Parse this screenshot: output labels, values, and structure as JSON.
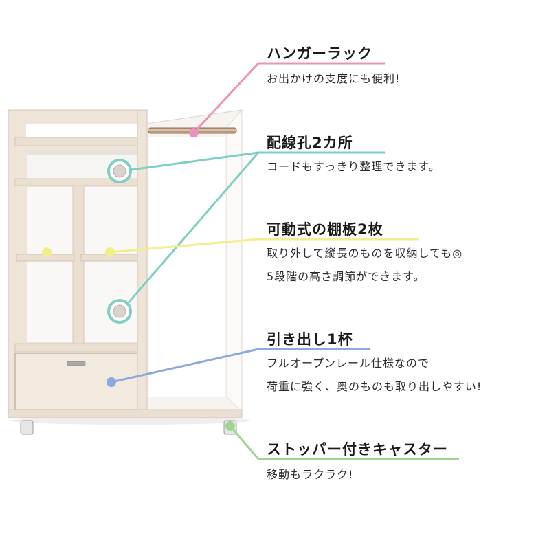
{
  "features": [
    {
      "title": "ハンガーラック",
      "lines": [
        "お出かけの支度にも便利!"
      ],
      "color": "#e994b8",
      "icon": "hanger-rod"
    },
    {
      "title": "配線孔2カ所",
      "lines": [
        "コードもすっきり整理できます。"
      ],
      "color": "#7fcfc4",
      "icon": "cable-hole"
    },
    {
      "title": "可動式の棚板2枚",
      "lines": [
        "取り外して縦長のものを収納しても◎",
        "5段階の高さ調節ができます。"
      ],
      "color": "#f2ee8c",
      "icon": "shelf-dot"
    },
    {
      "title": "引き出し1杯",
      "lines": [
        "フルオープンレール仕様なので",
        "荷重に強く、奥のものも取り出しやすい!"
      ],
      "color": "#8aa9dc",
      "icon": "drawer-dot"
    },
    {
      "title": "ストッパー付きキャスター",
      "lines": [
        "移動もラクラク!"
      ],
      "color": "#9fd493",
      "icon": "caster"
    }
  ]
}
